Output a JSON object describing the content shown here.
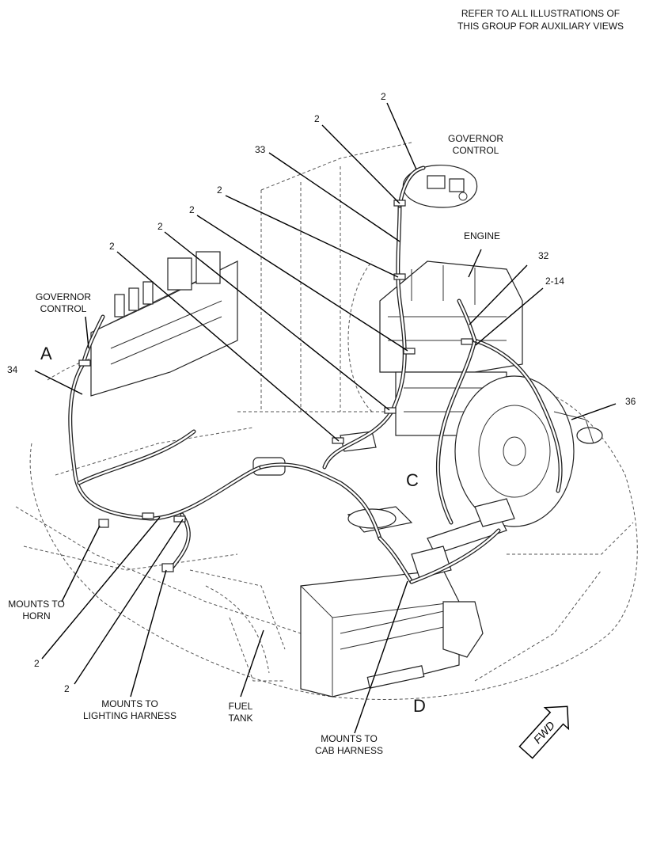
{
  "note": {
    "line1": "REFER TO ALL ILLUSTRATIONS OF",
    "line2": "THIS GROUP FOR AUXILIARY VIEWS"
  },
  "views": {
    "a": "A",
    "c": "C",
    "d": "D"
  },
  "callouts": {
    "c2": "2",
    "c33": "33",
    "c32": "32",
    "c214": "2-14",
    "c34": "34",
    "c36": "36"
  },
  "labels": {
    "governor_top_1": "GOVERNOR",
    "governor_top_2": "CONTROL",
    "engine": "ENGINE",
    "governor_left_1": "GOVERNOR",
    "governor_left_2": "CONTROL",
    "horn_1": "MOUNTS TO",
    "horn_2": "HORN",
    "lighting_1": "MOUNTS TO",
    "lighting_2": "LIGHTING HARNESS",
    "fuel_1": "FUEL",
    "fuel_2": "TANK",
    "cab_1": "MOUNTS TO",
    "cab_2": "CAB HARNESS"
  },
  "fwd": "FWD"
}
